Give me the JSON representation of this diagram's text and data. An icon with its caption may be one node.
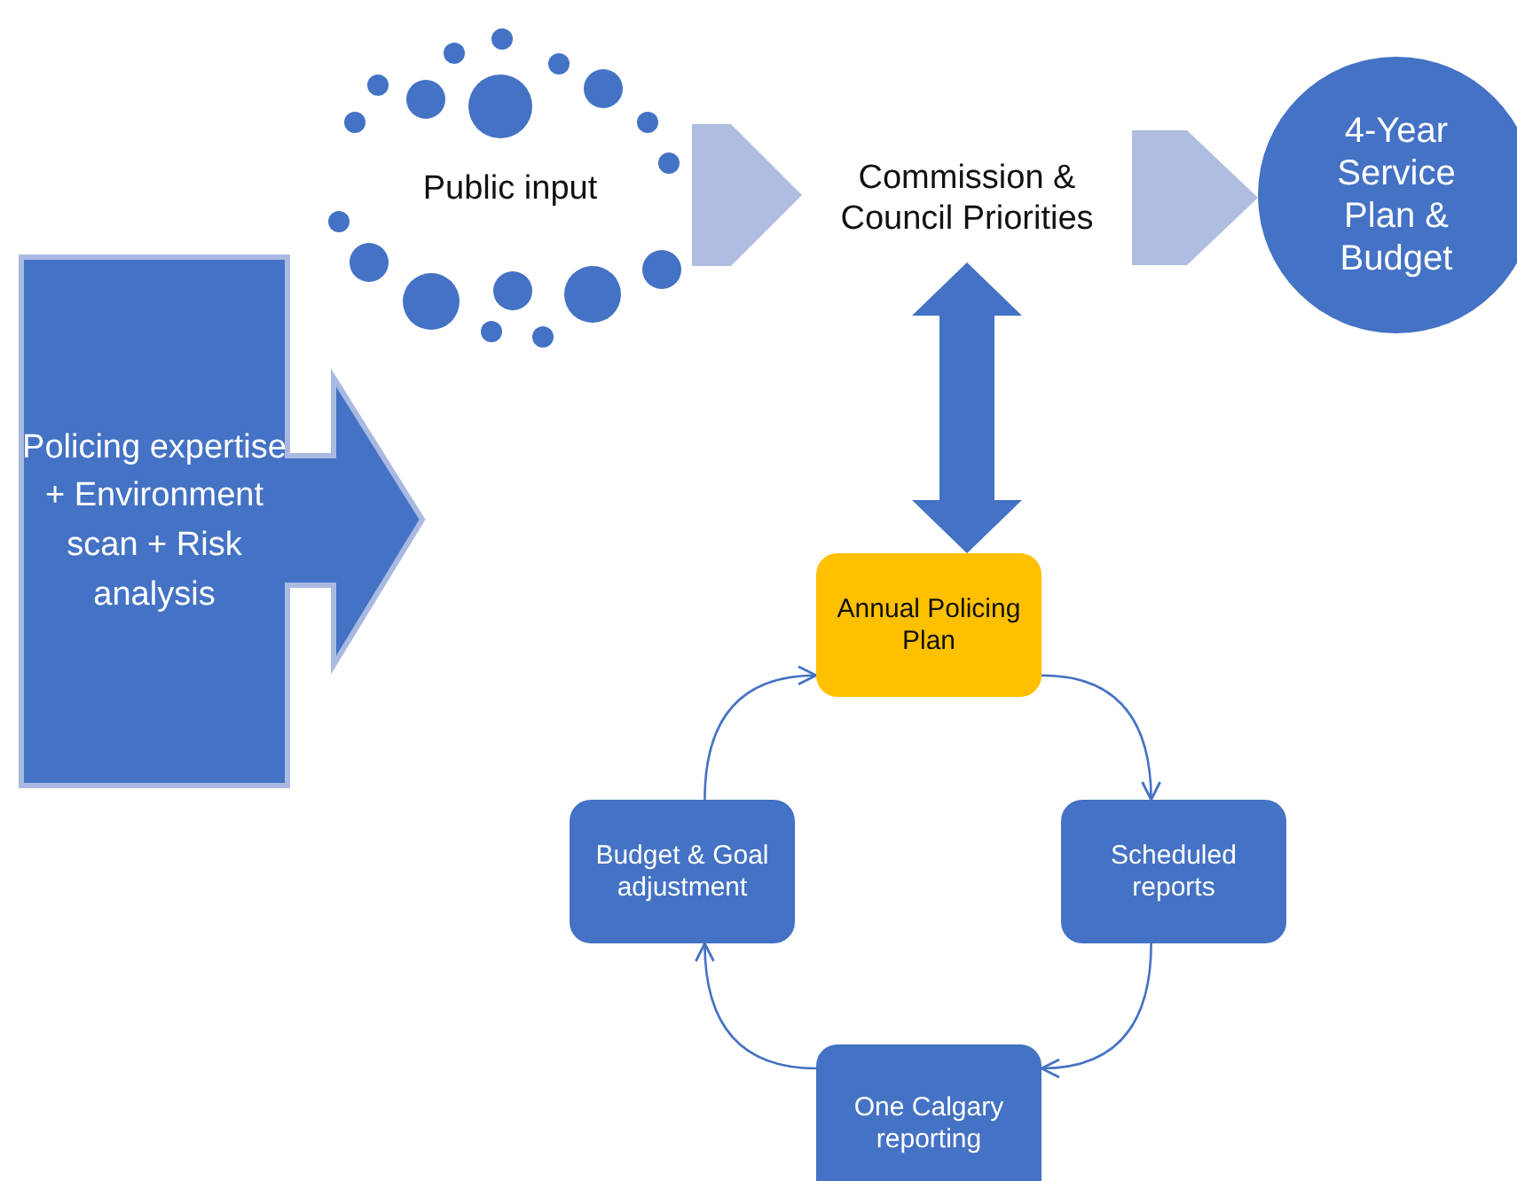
{
  "diagram": {
    "nodes": [
      {
        "text": [
          "Public input"
        ]
      },
      {
        "text": [
          "Commission & Council Priorities"
        ]
      },
      {
        "text": [
          "4-Year Service Plan & Budget"
        ]
      },
      {
        "text": [
          "Policing expertise + Environment scan + Risk analysis"
        ]
      },
      {
        "text": [
          "Annual Policing Plan"
        ]
      },
      {
        "text": [
          "Scheduled reports"
        ]
      },
      {
        "text": [
          "One Calgary reporting"
        ]
      },
      {
        "text": [
          "Budget & Goal adjustment"
        ]
      }
    ],
    "edges": [
      {
        "from": 0,
        "to": 1,
        "arrow": "to",
        "style": "thick",
        "color": "#afbde0"
      },
      {
        "from": 1,
        "to": 2,
        "arrow": "to",
        "style": "thick",
        "color": "#afbde0"
      },
      {
        "from": 1,
        "to": 4,
        "arrow": "both",
        "style": "thick"
      },
      {
        "from": 4,
        "to": 5,
        "arrow": "to"
      },
      {
        "from": 5,
        "to": 6,
        "arrow": "to"
      },
      {
        "from": 6,
        "to": 7,
        "arrow": "to"
      },
      {
        "from": 7,
        "to": 4,
        "arrow": "to"
      }
    ]
  }
}
